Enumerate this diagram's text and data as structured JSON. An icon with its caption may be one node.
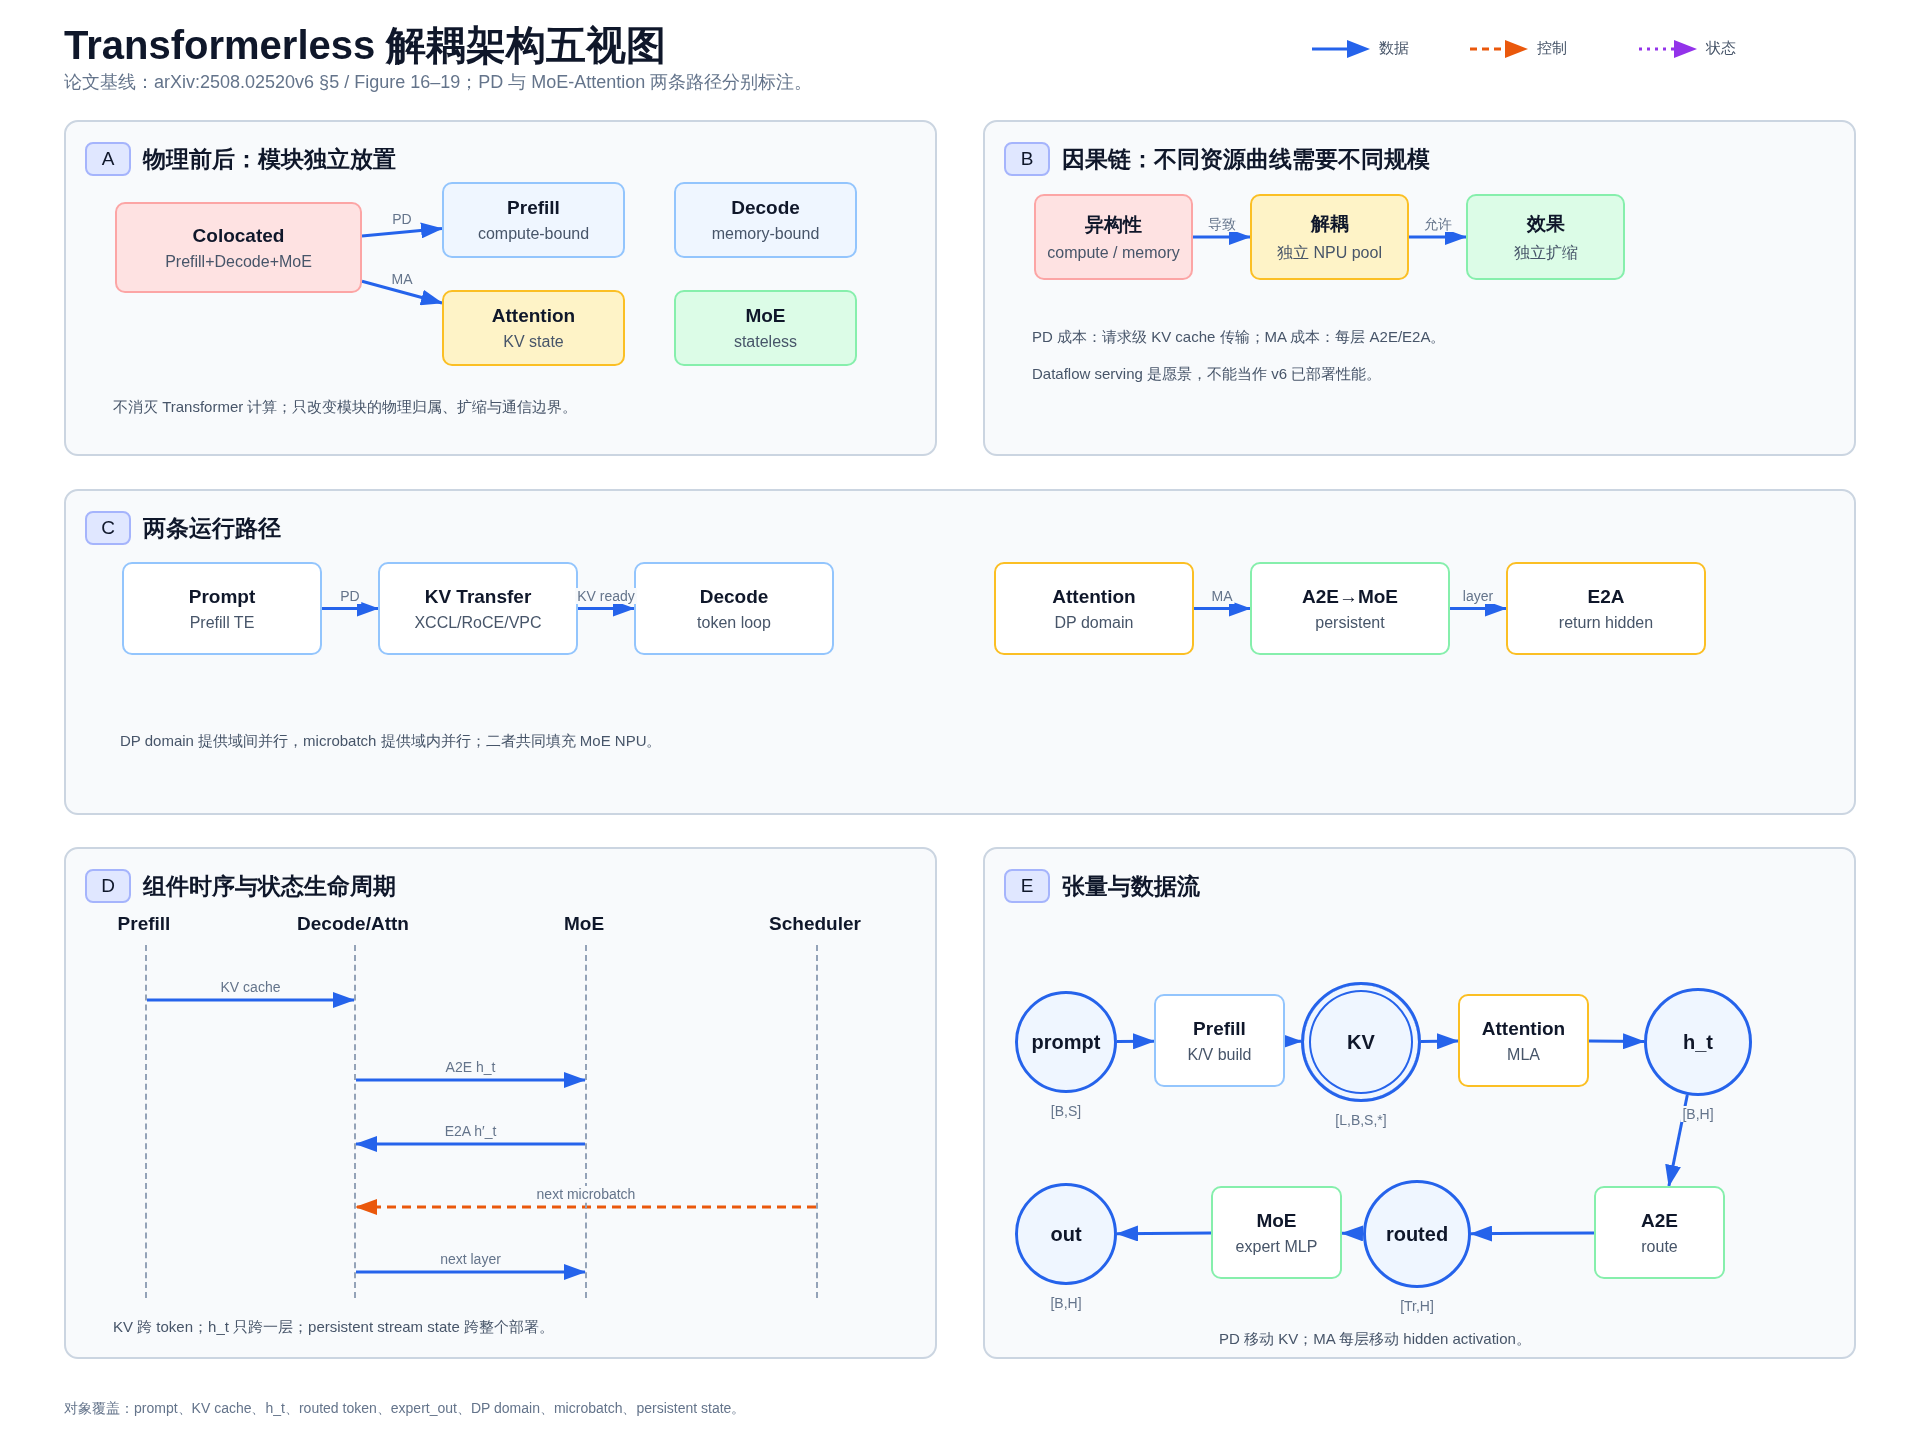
{
  "diagram": {
    "title": "Transformerless 解耦架构五视图",
    "caption": "论文基线：arXiv:2508.02520v6 §5 / Figure 16–19；PD 与 MoE-Attention 两条路径分别标注。",
    "nodes": [
      {
        "text": [
          "物理前后：模块独立放置"
        ]
      },
      {
        "text": [
          "A"
        ],
        "in": 0
      },
      {
        "text": [
          "Colocated",
          "Prefill+Decode+MoE"
        ],
        "in": 0
      },
      {
        "text": [
          "Prefill",
          "compute-bound"
        ],
        "in": 0
      },
      {
        "text": [
          "Decode",
          "memory-bound"
        ],
        "in": 0
      },
      {
        "text": [
          "Attention",
          "KV state"
        ],
        "in": 0
      },
      {
        "text": [
          "MoE",
          "stateless"
        ],
        "in": 0
      },
      {
        "text": [
          "因果链：不同资源曲线需要不同规模"
        ]
      },
      {
        "text": [
          "B"
        ],
        "in": 7
      },
      {
        "text": [
          "异构性",
          "compute / memory"
        ],
        "in": 7
      },
      {
        "text": [
          "解耦",
          "独立 NPU pool"
        ],
        "in": 7
      },
      {
        "text": [
          "效果",
          "独立扩缩"
        ],
        "in": 7
      },
      {
        "text": [
          "两条运行路径"
        ]
      },
      {
        "text": [
          "C"
        ],
        "in": 12
      },
      {
        "text": [
          "Prompt",
          "Prefill TE"
        ],
        "in": 12
      },
      {
        "text": [
          "KV Transfer",
          "XCCL/RoCE/VPC"
        ],
        "in": 12
      },
      {
        "text": [
          "Decode",
          "token loop"
        ],
        "in": 12
      },
      {
        "text": [
          "Attention",
          "DP domain"
        ],
        "in": 12
      },
      {
        "text": [
          "A2E→MoE",
          "persistent"
        ],
        "in": 12
      },
      {
        "text": [
          "E2A",
          "return hidden"
        ],
        "in": 12
      },
      {
        "text": [
          "组件时序与状态生命周期"
        ]
      },
      {
        "text": [
          "D"
        ],
        "in": 20
      },
      {
        "text": [],
        "shape": "line",
        "in": 20
      },
      {
        "text": [],
        "shape": "line",
        "in": 20
      },
      {
        "text": [],
        "shape": "line",
        "in": 20
      },
      {
        "text": [],
        "shape": "line",
        "in": 20
      },
      {
        "text": [
          "张量与数据流"
        ]
      },
      {
        "text": [
          "E"
        ],
        "in": 26
      },
      {
        "text": [
          "prompt"
        ],
        "beside": [
          "[B,S]"
        ],
        "in": 26
      },
      {
        "text": [
          "Prefill",
          "K/V build"
        ],
        "in": 26
      },
      {
        "text": [
          "KV"
        ],
        "beside": [
          "[L,B,S,*]"
        ],
        "in": 26
      },
      {
        "text": [
          "Attention",
          "MLA"
        ],
        "in": 26
      },
      {
        "text": [
          "h_t"
        ],
        "beside": [
          "[B,H]"
        ],
        "in": 26
      },
      {
        "text": [
          "out"
        ],
        "beside": [
          "[B,H]"
        ],
        "in": 26
      },
      {
        "text": [
          "MoE",
          "expert MLP"
        ],
        "in": 26
      },
      {
        "text": [
          "routed"
        ],
        "beside": [
          "[Tr,H]"
        ],
        "in": 26
      },
      {
        "text": [
          "A2E",
          "route"
        ],
        "in": 26
      }
    ],
    "edges": [
      {
        "from": 2,
        "to": 3,
        "arrow": "to",
        "label": "PD"
      },
      {
        "from": 2,
        "to": 5,
        "arrow": "to",
        "label": "MA"
      },
      {
        "from": 9,
        "to": 10,
        "arrow": "to",
        "label": "导致"
      },
      {
        "from": 10,
        "to": 11,
        "arrow": "to",
        "label": "允许"
      },
      {
        "from": 14,
        "to": 15,
        "arrow": "to",
        "label": "PD"
      },
      {
        "from": 15,
        "to": 16,
        "arrow": "to",
        "label": "KV ready"
      },
      {
        "from": 17,
        "to": 18,
        "arrow": "to",
        "label": "MA"
      },
      {
        "from": 18,
        "to": 19,
        "arrow": "to",
        "label": "layer"
      },
      {
        "from": 22,
        "to": 23,
        "arrow": "to",
        "label": "KV cache"
      },
      {
        "from": 23,
        "to": 24,
        "arrow": "to",
        "label": "A2E h_t"
      },
      {
        "from": 24,
        "to": 23,
        "arrow": "to",
        "label": "E2A h′_t"
      },
      {
        "from": 25,
        "to": 23,
        "arrow": "to",
        "label": "next microbatch",
        "style": "dashed",
        "color": "#ea580c"
      },
      {
        "from": 23,
        "to": 24,
        "arrow": "to",
        "label": "next layer"
      },
      {
        "from": 28,
        "to": 29,
        "arrow": "to"
      },
      {
        "from": 29,
        "to": 30,
        "arrow": "to"
      },
      {
        "from": 30,
        "to": 31,
        "arrow": "to"
      },
      {
        "from": 31,
        "to": 32,
        "arrow": "to"
      },
      {
        "from": 32,
        "to": 36,
        "arrow": "to"
      },
      {
        "from": 36,
        "to": 35,
        "arrow": "to"
      },
      {
        "from": 35,
        "to": 34,
        "arrow": "to"
      },
      {
        "from": 34,
        "to": 33,
        "arrow": "to"
      }
    ],
    "labels": [
      "不消灭 Transformer 计算；只改变模块的物理归属、扩缩与通信边界。",
      "PD 成本：请求级 KV cache 传输；MA 成本：每层 A2E/E2A。",
      "Dataflow serving 是愿景，不能当作 v6 已部署性能。",
      "DP domain 提供域间并行，microbatch 提供域内并行；二者共同填充 MoE NPU。",
      "Prefill",
      "Decode/Attn",
      "MoE",
      "Scheduler",
      "KV 跨 token；h_t 只跨一层；persistent stream state 跨整个部署。",
      "PD 移动 KV；MA 每层移动 hidden activation。",
      "对象覆盖：prompt、KV cache、h_t、routed token、expert_out、DP domain、microbatch、persistent state。"
    ],
    "legend": [
      {
        "text": "数据"
      },
      {
        "text": "控制"
      },
      {
        "text": "状态"
      }
    ]
  }
}
